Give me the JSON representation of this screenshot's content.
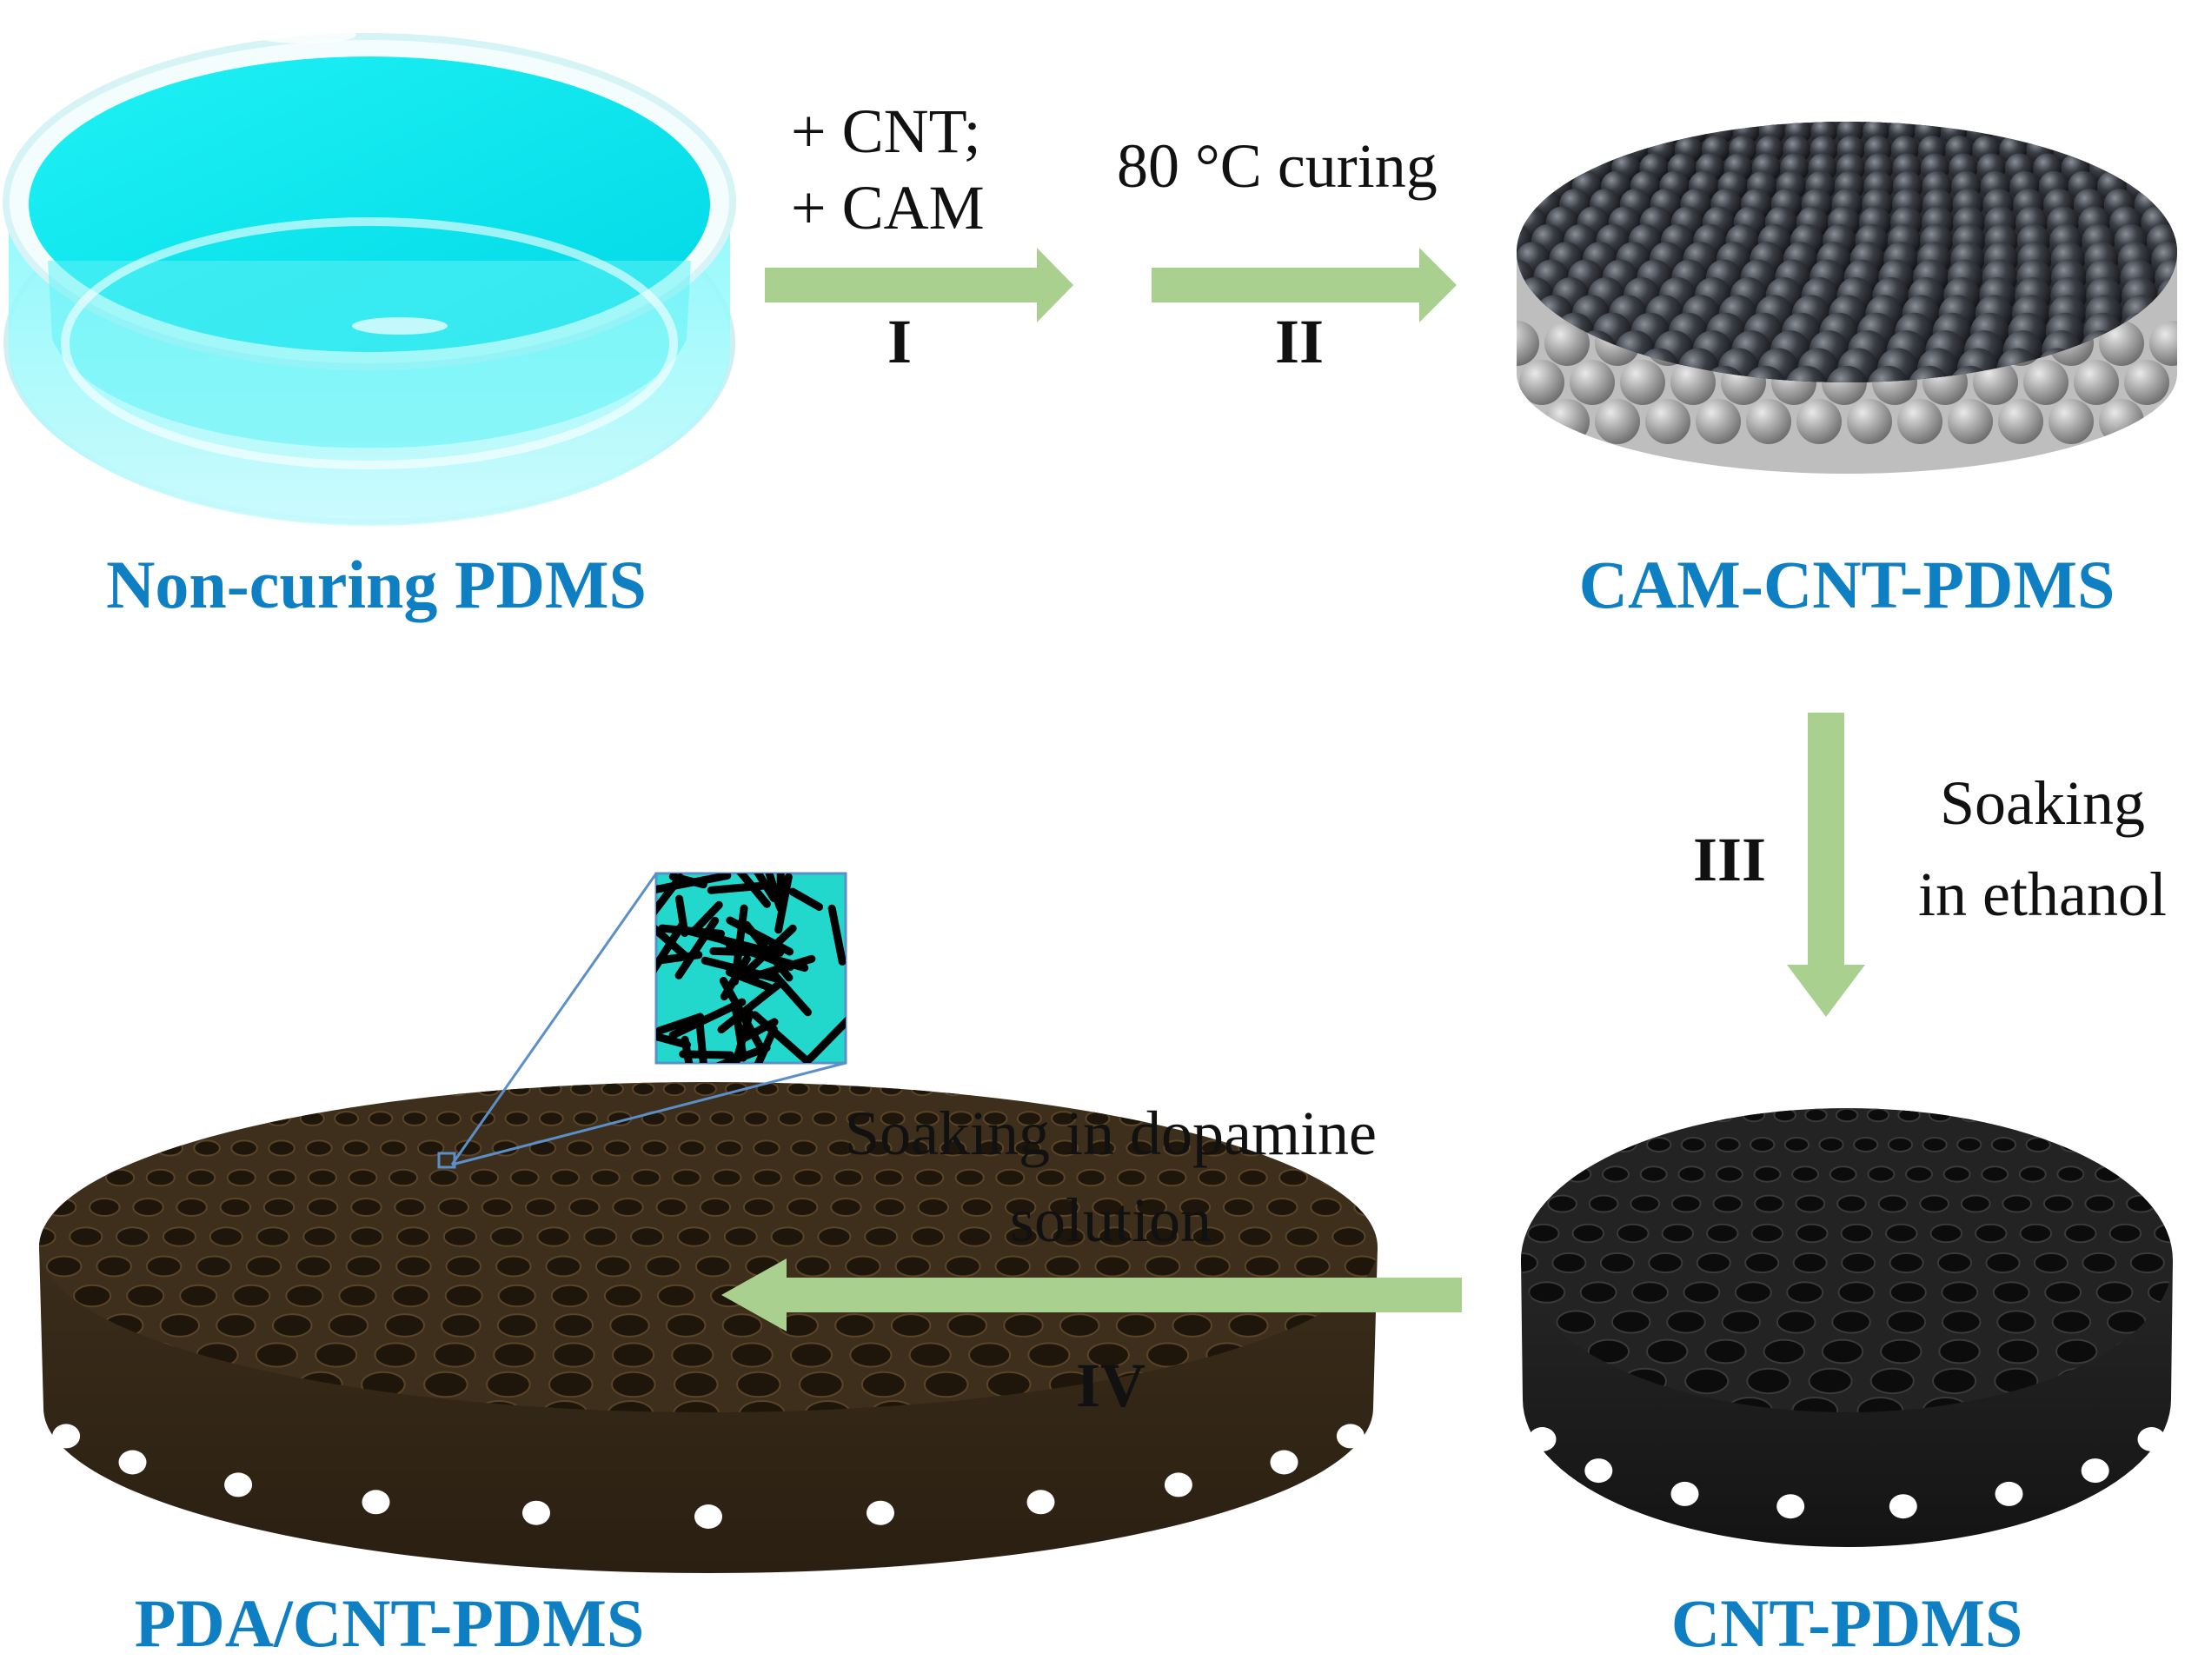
{
  "stages": {
    "non_curing": {
      "title": "Non-curing PDMS"
    },
    "cam_cnt_pdms": {
      "title": "CAM-CNT-PDMS"
    },
    "cnt_pdms": {
      "title": "CNT-PDMS"
    },
    "pda_cnt_pdms": {
      "title": "PDA/CNT-PDMS"
    }
  },
  "steps": {
    "step1": {
      "number": "I",
      "line1": "+ CNT;",
      "line2": "+ CAM"
    },
    "step2": {
      "number": "II",
      "line1": "80 °C curing"
    },
    "step3": {
      "number": "III",
      "line1": "Soaking",
      "line2": "in ethanol"
    },
    "step4": {
      "number": "IV",
      "line1": "Soaking in dopamine",
      "line2": "solution"
    }
  },
  "colors": {
    "title_blue": "#0f7fc4",
    "arrow_green": "#a9d08e",
    "liquid_cyan": "#12e9f0",
    "inset_cyan": "#22d8cc",
    "pda_brown": "#3a2c1a",
    "cnt_black": "#1e1e1e"
  }
}
